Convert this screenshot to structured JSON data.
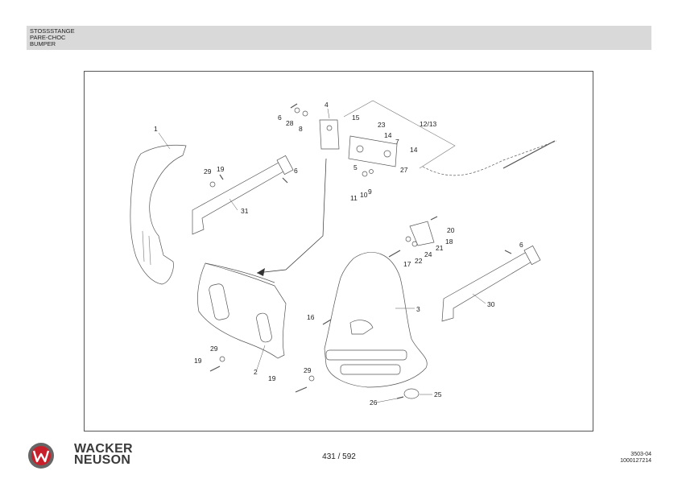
{
  "header": {
    "line1": "STOSSSTANGE",
    "line2": "PARE-CHOC",
    "line3": "BUMPER"
  },
  "diagram": {
    "callouts": [
      "1",
      "2",
      "3",
      "4",
      "5",
      "6",
      "6",
      "6",
      "6",
      "7",
      "8",
      "9",
      "10",
      "11",
      "12/13",
      "14",
      "14",
      "15",
      "16",
      "17",
      "18",
      "19",
      "19",
      "19",
      "20",
      "21",
      "22",
      "23",
      "24",
      "25",
      "26",
      "27",
      "28",
      "29",
      "29",
      "29",
      "30",
      "31"
    ]
  },
  "footer": {
    "page": "431 / 592",
    "code1": "3503-04",
    "code2": "1000127214",
    "brand_line1": "WACKER",
    "brand_line2": "NEUSON"
  },
  "colors": {
    "header_band": "#d9d9d9",
    "logo_red": "#c8202a"
  }
}
